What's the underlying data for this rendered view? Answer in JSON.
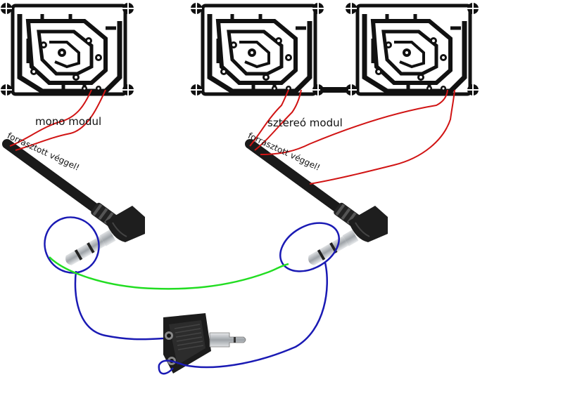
{
  "labels": {
    "mono_module": "mono modul",
    "stereo_module": "sztereó modul",
    "soldered_end_left": "forrasztott véggel!",
    "soldered_end_right": "forrasztott véggel!"
  },
  "colors": {
    "pcb_trace": "#111111",
    "pcb_background": "#ffffff",
    "red_wire": "#d11414",
    "green_wire": "#22dd22",
    "blue_wire": "#1a1ab4",
    "cable": "#1a1a1a",
    "plug_metal": "#bfc3c7"
  }
}
